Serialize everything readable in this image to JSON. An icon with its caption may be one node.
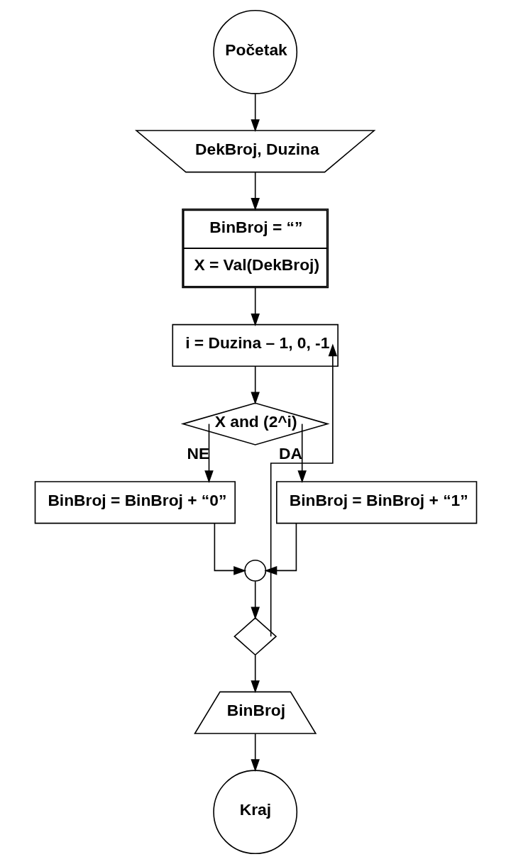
{
  "diagram": {
    "nodes": [
      {
        "text": [
          "Početak"
        ]
      },
      {
        "text": [
          "DekBroj, Duzina"
        ]
      },
      {
        "text": [
          "BinBroj = “”",
          "X = Val(DekBroj)"
        ]
      },
      {
        "text": [
          "i = Duzina – 1, 0, -1"
        ]
      },
      {
        "text": [
          "X and (2^i)"
        ]
      },
      {
        "text": [
          "BinBroj = BinBroj + “0”"
        ]
      },
      {
        "text": [
          "BinBroj = BinBroj + “1”"
        ]
      },
      {
        "text": [],
        "shape": "circle"
      },
      {
        "text": [],
        "shape": "diamond"
      },
      {
        "text": [
          "BinBroj"
        ]
      },
      {
        "text": [
          "Kraj"
        ]
      }
    ],
    "edges": [
      {
        "from": 0,
        "to": 1,
        "arrow": "to"
      },
      {
        "from": 1,
        "to": 2,
        "arrow": "to"
      },
      {
        "from": 2,
        "to": 3,
        "arrow": "to"
      },
      {
        "from": 3,
        "to": 4,
        "arrow": "to"
      },
      {
        "from": 4,
        "to": 5,
        "arrow": "to",
        "label": "NE"
      },
      {
        "from": 4,
        "to": 6,
        "arrow": "to",
        "label": "DA"
      },
      {
        "from": 5,
        "to": 7,
        "arrow": "to"
      },
      {
        "from": 6,
        "to": 7,
        "arrow": "to"
      },
      {
        "from": 7,
        "to": 8,
        "arrow": "to"
      },
      {
        "from": 8,
        "to": 3,
        "arrow": "to"
      },
      {
        "from": 8,
        "to": 9,
        "arrow": "to"
      },
      {
        "from": 9,
        "to": 10,
        "arrow": "to"
      }
    ]
  }
}
